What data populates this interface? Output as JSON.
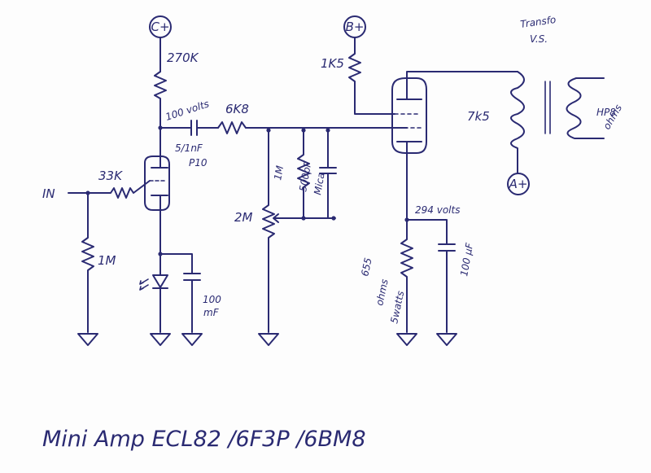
{
  "labels": {
    "c_plus": "C+",
    "b_plus": "B+",
    "a_plus": "A+",
    "r_270k": "270K",
    "v_100": "100 volts",
    "r_6k8": "6K8",
    "r_1k5": "1K5",
    "r_7k5": "7k5",
    "cap_51nf": "5/1nF",
    "cap_p10": "P10",
    "r_33k": "33K",
    "input": "IN",
    "r_1m": "1M",
    "r_1m_b": "1M",
    "r_2m": "2M",
    "cap_500pf": "500pF",
    "cap_mica": "Mica",
    "cap_100mf": "100",
    "cap_100mf_unit": "mF",
    "v_294": "294 volts",
    "r_655_a": "655",
    "r_655_b": "ohms",
    "r_655_c": "5watts",
    "cap_100uf": "100 µF",
    "transfo_a": "Transfo",
    "transfo_b": "V.S.",
    "hp_a": "HP8",
    "hp_b": "ohms",
    "title": "Mini Amp ECL82 /6F3P /6BM8"
  }
}
